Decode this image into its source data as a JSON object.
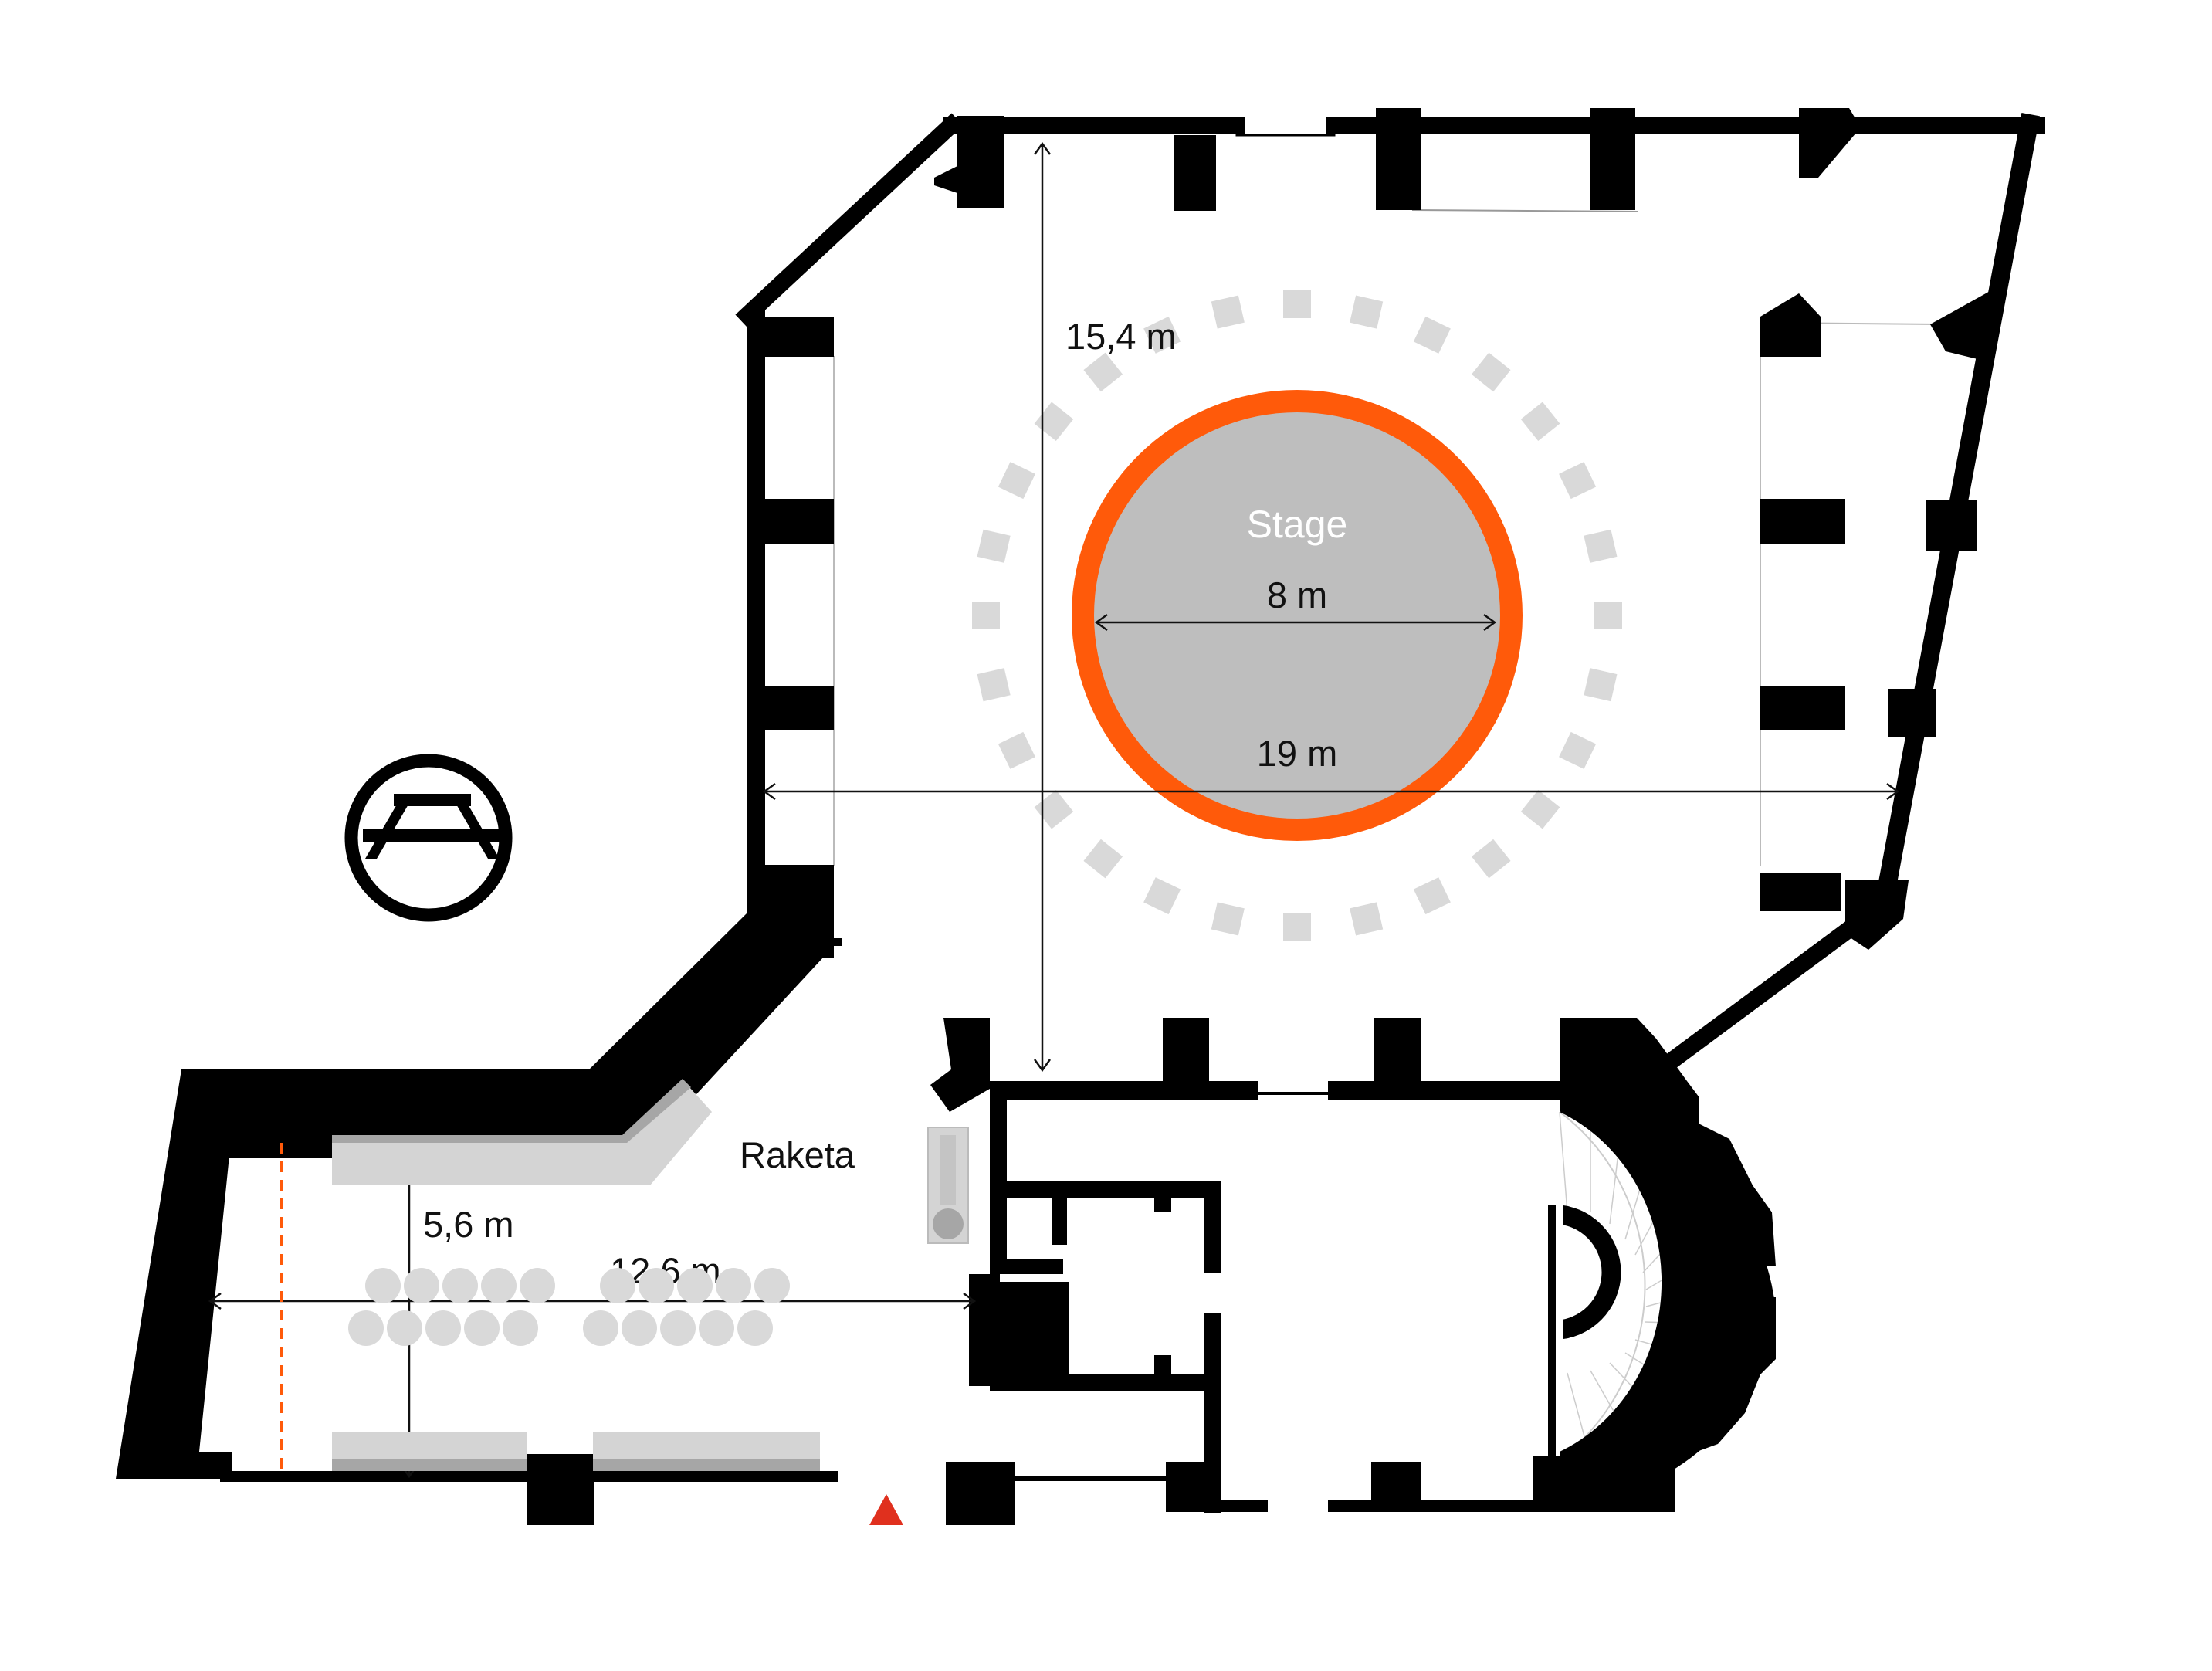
{
  "plan": {
    "stage": {
      "label": "Stage",
      "diameter_label": "8 m"
    },
    "hall_dimensions": {
      "depth_label": "15,4 m",
      "width_label": "19 m"
    },
    "raketa": {
      "label": "Raketa",
      "depth_label": "5,6 m",
      "length_label": "12,6 m"
    },
    "icons": {
      "table_icon": "picnic-table-icon",
      "entrance_icon": "entrance-triangle-icon"
    },
    "colors": {
      "wall": "#000000",
      "stage_fill": "#bebebe",
      "stage_ring": "#ff5a0a",
      "audience_marker": "#d9d9d9",
      "furniture": "#d4d4d4",
      "entrance": "#e0301e",
      "divider": "#ff5a0a"
    }
  }
}
